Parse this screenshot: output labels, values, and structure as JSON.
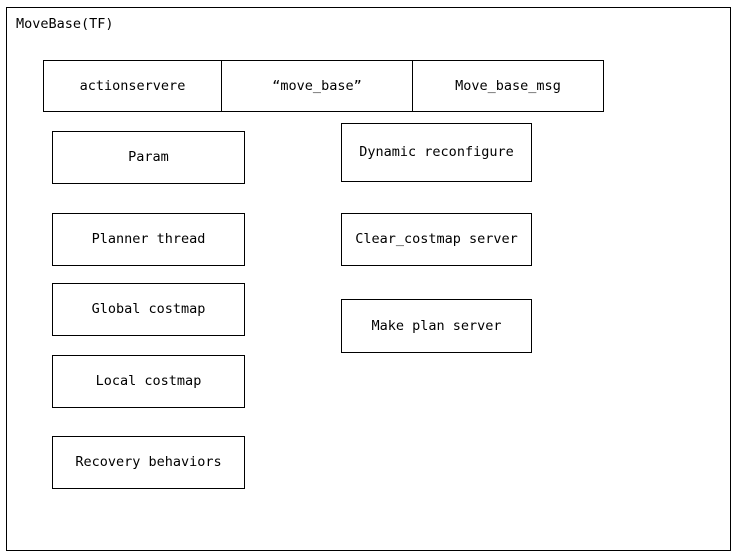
{
  "diagram": {
    "title": "MoveBase(TF)",
    "top_row": {
      "cells": [
        {
          "label": "actionservere"
        },
        {
          "label": "“move_base”"
        },
        {
          "label": "Move_base_msg"
        }
      ]
    },
    "left_column": {
      "boxes": [
        {
          "label": "Param"
        },
        {
          "label": "Planner thread"
        },
        {
          "label": "Global costmap"
        },
        {
          "label": "Local costmap"
        },
        {
          "label": "Recovery behaviors"
        }
      ]
    },
    "right_column": {
      "boxes": [
        {
          "label": "Dynamic reconfigure"
        },
        {
          "label": "Clear_costmap server"
        },
        {
          "label": "Make plan server"
        }
      ]
    },
    "colors": {
      "background": "#ffffff",
      "stroke": "#000000",
      "text": "#000000"
    }
  }
}
